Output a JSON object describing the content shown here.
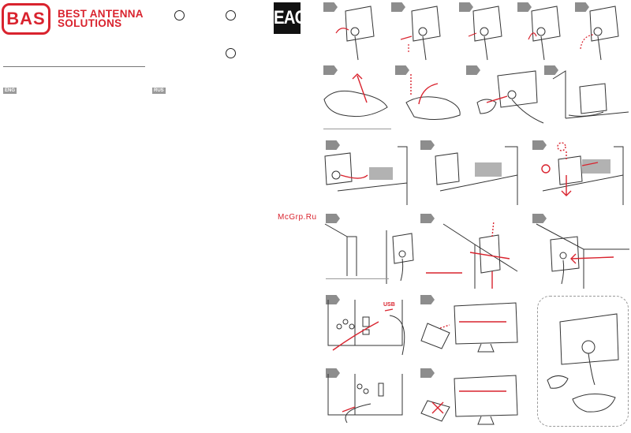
{
  "brand": {
    "logo_text": "BAS",
    "name_line1": "BEST ANTENNA",
    "name_line2": "SOLUTIONS",
    "accent_color": "#d9232e"
  },
  "certification": {
    "mark_text": "EAC"
  },
  "languages": {
    "eng": "ENG",
    "rus": "RUS"
  },
  "watermark": "McGrp.Ru",
  "labels": {
    "usb": "USB"
  },
  "icons": {
    "circle_symbols": "circle-outline-icon",
    "steps": "step-arrow-icon"
  }
}
